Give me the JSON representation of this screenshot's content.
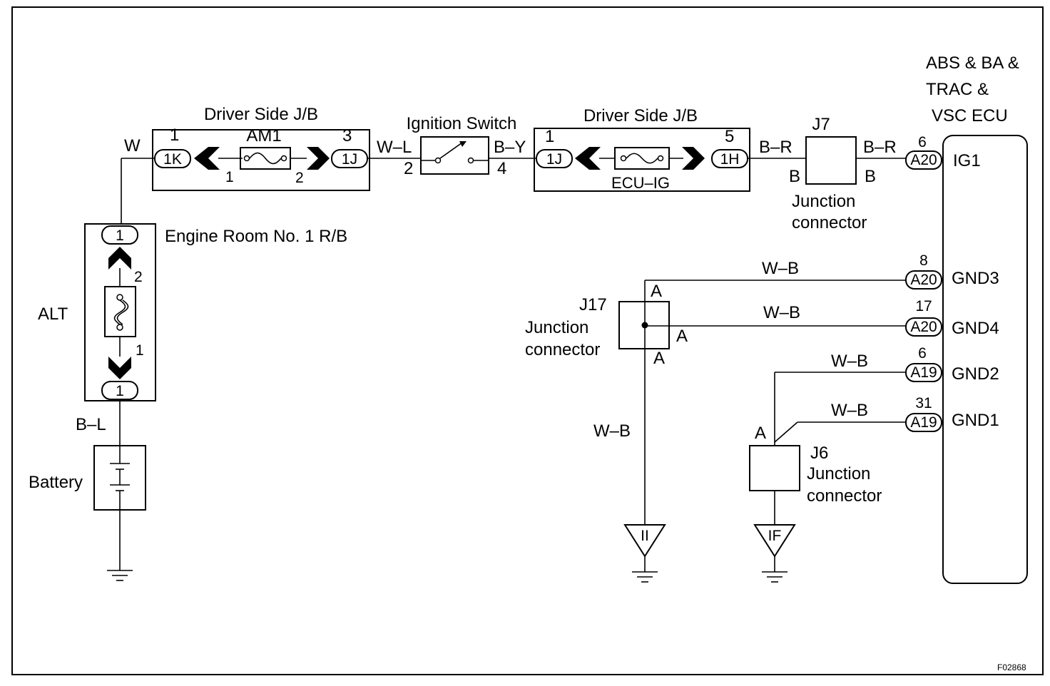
{
  "driver_jb_left": {
    "title": "Driver Side J/B",
    "fuse": "AM1",
    "left_pin": "1",
    "left_conn": "1K",
    "arrow_left_pin": "1",
    "arrow_right_pin": "2",
    "right_pin": "3",
    "right_conn": "1J"
  },
  "ignition": {
    "title": "Ignition Switch",
    "in_wire": "W–L",
    "in_pin": "2",
    "out_wire": "B–Y",
    "out_pin": "4"
  },
  "driver_jb_right": {
    "title": "Driver Side J/B",
    "fuse": "ECU–IG",
    "left_pin": "1",
    "left_conn": "1J",
    "right_pin": "5",
    "right_conn": "1H"
  },
  "j7": {
    "name": "J7",
    "label1": "Junction",
    "label2": "connector",
    "in_wire": "B–R",
    "out_wire": "B–R",
    "left_pin": "B",
    "right_pin": "B"
  },
  "ecu": {
    "title1": "ABS & BA &",
    "title2": "TRAC &",
    "title3": "VSC ECU",
    "pins": [
      {
        "num": "6",
        "conn": "A20",
        "name": "IG1"
      },
      {
        "num": "8",
        "conn": "A20",
        "name": "GND3",
        "wire": "W–B"
      },
      {
        "num": "17",
        "conn": "A20",
        "name": "GND4",
        "wire": "W–B"
      },
      {
        "num": "6",
        "conn": "A19",
        "name": "GND2",
        "wire": "W–B"
      },
      {
        "num": "31",
        "conn": "A19",
        "name": "GND1",
        "wire": "W–B"
      }
    ]
  },
  "engine_rb": {
    "title": "Engine Room No. 1 R/B",
    "fuse": "ALT",
    "top_conn": "1",
    "bottom_conn": "1",
    "arrow_top_pin": "2",
    "arrow_bottom_pin": "1",
    "wire_top": "W",
    "wire_bottom": "B–L"
  },
  "battery": {
    "label": "Battery"
  },
  "j17": {
    "name": "J17",
    "label1": "Junction",
    "label2": "connector",
    "pin_top": "A",
    "pin_right": "A",
    "pin_bottom": "A",
    "ground_wire": "W–B",
    "ground": "II"
  },
  "j6": {
    "name": "J6",
    "label1": "Junction",
    "label2": "connector",
    "pin_top": "A",
    "ground": "IF"
  },
  "figure_code": "F02868"
}
